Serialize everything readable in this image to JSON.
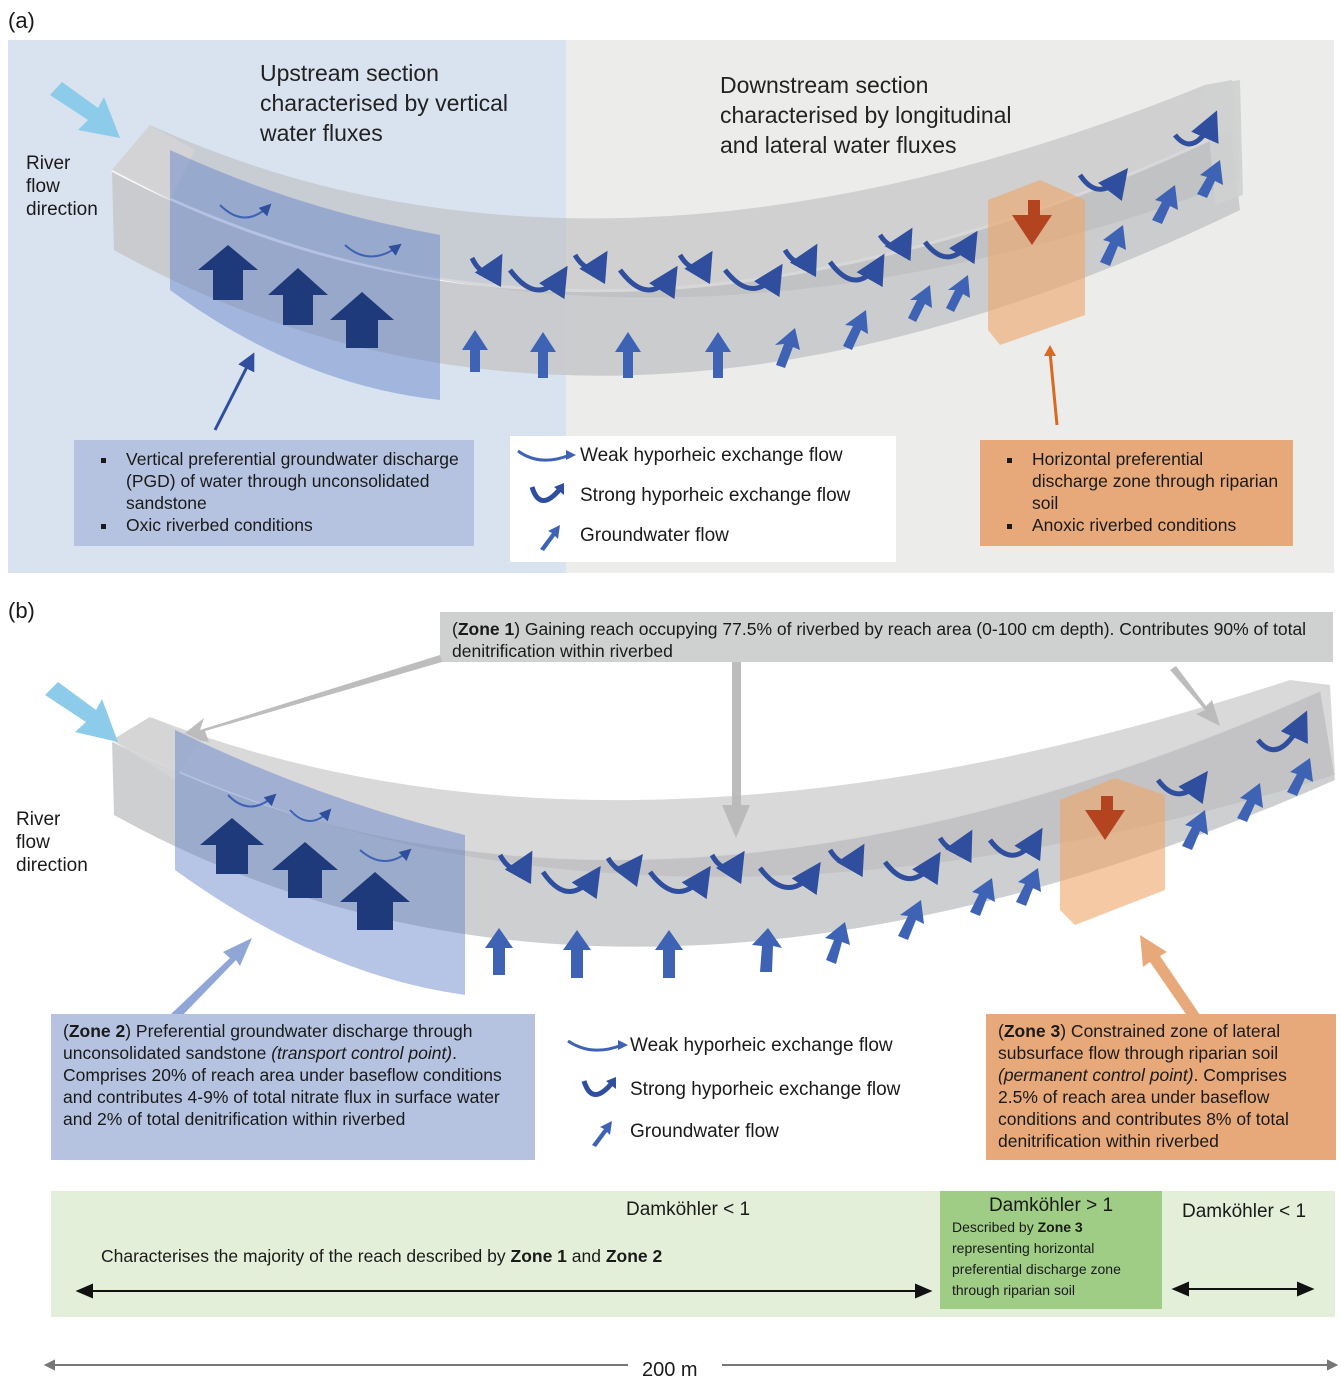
{
  "panel_a": {
    "label": "(a)",
    "upstream_title": [
      "Upstream section",
      "characterised by vertical",
      "water fluxes"
    ],
    "downstream_title": [
      "Downstream section",
      "characterised by longitudinal",
      "and lateral water fluxes"
    ],
    "flow_label": [
      "River",
      "flow",
      "direction"
    ],
    "left_box": [
      "Vertical preferential groundwater discharge (PGD) of water through unconsolidated sandstone",
      "Oxic riverbed conditions"
    ],
    "right_box": [
      "Horizontal preferential discharge zone through riparian soil",
      "Anoxic riverbed conditions"
    ],
    "legend": {
      "weak": "Weak hyporheic exchange flow",
      "strong": "Strong hyporheic exchange flow",
      "groundwater": "Groundwater flow"
    }
  },
  "panel_b": {
    "label": "(b)",
    "flow_label": [
      "River",
      "flow",
      "direction"
    ],
    "zone1": {
      "tag": "Zone 1",
      "text": " Gaining reach occupying 77.5% of riverbed by reach area (0-100 cm depth). Contributes 90% of total denitrification within riverbed"
    },
    "zone2": {
      "tag": "Zone 2",
      "text_a": " Preferential groundwater discharge through unconsolidated sandstone ",
      "text_it": "(transport control point)",
      "text_b": ". Comprises 20% of reach area under baseflow conditions and contributes 4-9% of total nitrate flux in surface water and 2% of total denitrification within riverbed"
    },
    "zone3": {
      "tag": "Zone 3",
      "text_a": " Constrained zone of lateral subsurface flow through riparian soil ",
      "text_it": "(permanent control point)",
      "text_b": ". Comprises 2.5% of reach area under baseflow conditions and contributes 8% of total denitrification within riverbed"
    },
    "legend": {
      "weak": "Weak hyporheic exchange flow",
      "strong": "Strong hyporheic exchange flow",
      "groundwater": "Groundwater flow"
    },
    "damkohler": {
      "left_title": "Damköhler < 1",
      "left_desc_a": "Characterises the majority of the reach described by ",
      "left_zone1": "Zone 1",
      "left_and": " and ",
      "left_zone2": "Zone 2",
      "mid_title": "Damköhler > 1",
      "mid_desc_a": "Described by ",
      "mid_zone3": "Zone 3",
      "mid_desc_b": " representing horizontal preferential discharge zone through riparian soil",
      "right_title": "Damköhler < 1"
    },
    "scale": "200 m"
  },
  "colors": {
    "upstream_bg": "#d9e2ef",
    "downstream_bg": "#ececec",
    "blue_box": "#b5c3e0",
    "orange_box": "#e7a979",
    "grey_box": "#cfd0d0",
    "green_band": "#e3efd8",
    "green_mid": "#9fcd86",
    "arrow_blue": "#3e63b5",
    "arrow_dark": "#1f3a7a",
    "cyan_arrow": "#8ccbea"
  }
}
